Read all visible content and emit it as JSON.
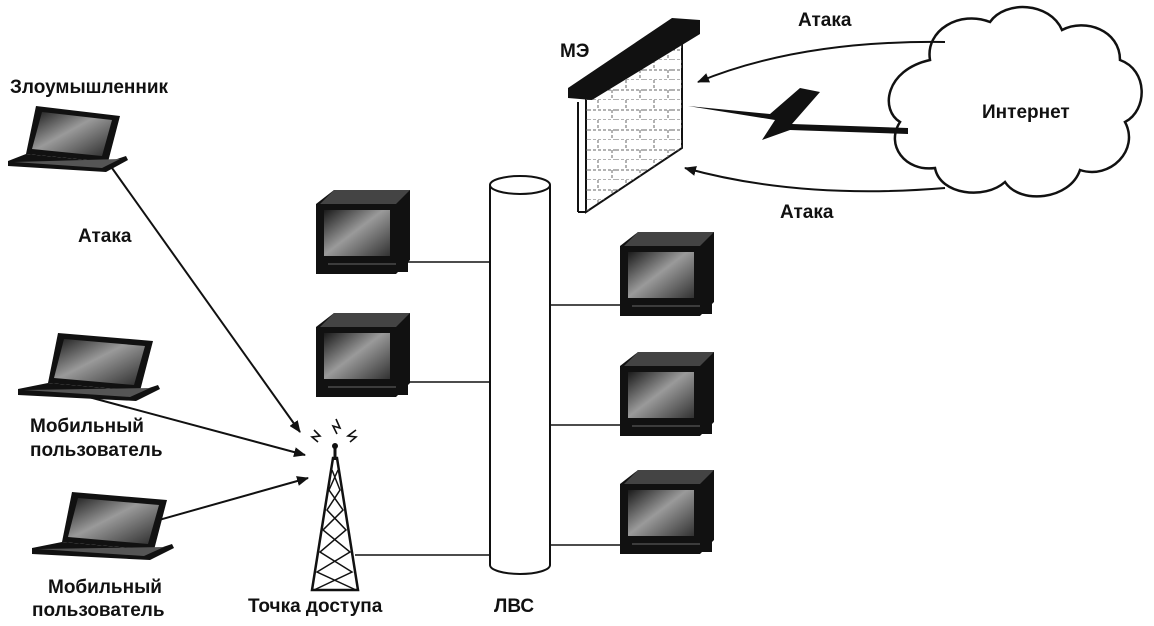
{
  "labels": {
    "attacker": "Злоумышленник",
    "attack_left": "Атака",
    "mobile_user_1": "Мобильный пользователь",
    "mobile_user_2": "Мобильный пользователь",
    "access_point": "Точка доступа",
    "lan": "ЛВС",
    "firewall": "МЭ",
    "internet": "Интернет",
    "attack_top": "Атака",
    "attack_bottom": "Атака"
  },
  "colors": {
    "ink": "#111111",
    "screen_dark": "#2a2a2a",
    "screen_light": "#8a8a8a",
    "background": "#ffffff"
  }
}
